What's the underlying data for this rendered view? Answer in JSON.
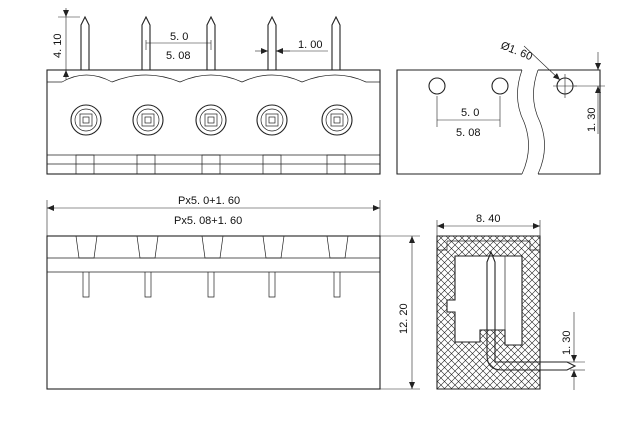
{
  "dimensions": {
    "pin_height": "4. 10",
    "pitch_50": "5. 0",
    "pitch_508": "5. 08",
    "pin_width": "1. 00",
    "hole_diameter": "Ø1. 60",
    "hole_pitch_50": "5. 0",
    "hole_pitch_508": "5. 08",
    "hole_offset": "1. 30",
    "length_50": "Px5. 0+1. 60",
    "length_508": "Px5. 08+1. 60",
    "body_height": "12. 20",
    "body_depth": "8. 40",
    "pin_offset": "1. 30"
  },
  "colors": {
    "line": "#222222",
    "background": "#ffffff"
  }
}
